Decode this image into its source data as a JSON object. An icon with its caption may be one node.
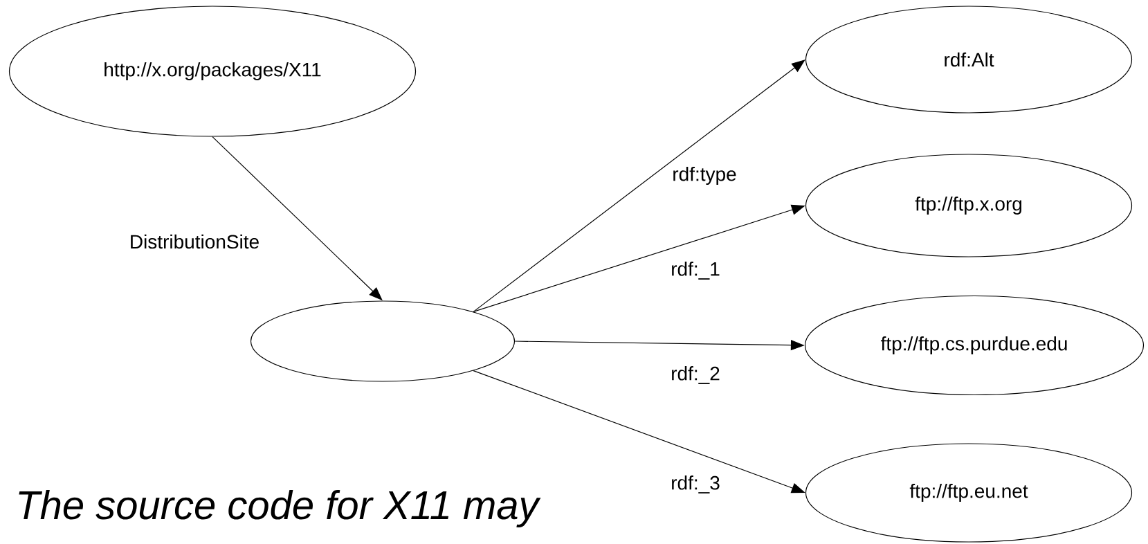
{
  "diagram": {
    "caption": "The source code for X11 may",
    "nodes": [
      {
        "text": [
          "http://x.org/packages/X11"
        ]
      },
      {
        "text": [],
        "shape": "ellipse"
      },
      {
        "text": [
          "rdf:Alt"
        ]
      },
      {
        "text": [
          "ftp://ftp.x.org"
        ]
      },
      {
        "text": [
          "ftp://ftp.cs.purdue.edu"
        ]
      },
      {
        "text": [
          "ftp://ftp.eu.net"
        ]
      }
    ],
    "edges": [
      {
        "from": 0,
        "to": 1,
        "arrow": "to",
        "label": "DistributionSite"
      },
      {
        "from": 1,
        "to": 2,
        "arrow": "to",
        "label": "rdf:type"
      },
      {
        "from": 1,
        "to": 3,
        "arrow": "to",
        "label": "rdf:_1"
      },
      {
        "from": 1,
        "to": 4,
        "arrow": "to",
        "label": "rdf:_2"
      },
      {
        "from": 1,
        "to": 5,
        "arrow": "to",
        "label": "rdf:_3"
      }
    ]
  }
}
